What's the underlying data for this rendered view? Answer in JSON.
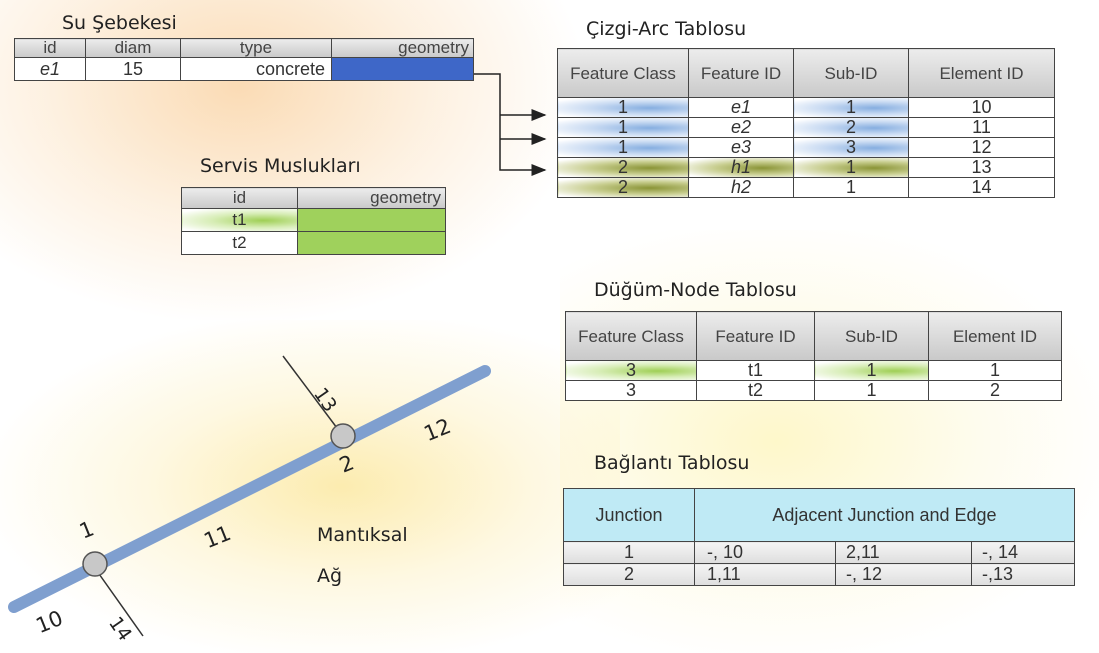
{
  "su_sebekesi": {
    "title": "Su Şebekesi",
    "headers": [
      "id",
      "diam",
      "type",
      "geometry"
    ],
    "row": {
      "id": "e1",
      "diam": "15",
      "type": "concrete",
      "geometry": ""
    }
  },
  "servis_musluklari": {
    "title": "Servis Muslukları",
    "headers": [
      "id",
      "geometry"
    ],
    "rows": [
      [
        "t1",
        ""
      ],
      [
        "t2",
        ""
      ]
    ]
  },
  "cizgi_arc": {
    "title": "Çizgi-Arc Tablosu",
    "headers": [
      "Feature Class",
      "Feature ID",
      "Sub-ID",
      "Element ID"
    ],
    "rows": [
      [
        "1",
        "e1",
        "1",
        "10"
      ],
      [
        "1",
        "e2",
        "2",
        "11"
      ],
      [
        "1",
        "e3",
        "3",
        "12"
      ],
      [
        "2",
        "h1",
        "1",
        "13"
      ],
      [
        "2",
        "h2",
        "1",
        "14"
      ]
    ]
  },
  "dugum_node": {
    "title": "Düğüm-Node Tablosu",
    "headers": [
      "Feature Class",
      "Feature ID",
      "Sub-ID",
      "Element ID"
    ],
    "rows": [
      [
        "3",
        "t1",
        "1",
        "1"
      ],
      [
        "3",
        "t2",
        "1",
        "2"
      ]
    ]
  },
  "baglanti": {
    "title": "Bağlantı Tablosu",
    "headers": [
      "Junction",
      "Adjacent Junction and Edge"
    ],
    "rows": [
      [
        "1",
        "-, 10",
        "2,11",
        "-, 14"
      ],
      [
        "2",
        "1,11",
        "-, 12",
        "-,13"
      ]
    ]
  },
  "network": {
    "label_line1": "Mantıksal",
    "label_line2": "Ağ",
    "edges": [
      "10",
      "11",
      "12",
      "13",
      "14"
    ],
    "nodes": [
      "1",
      "2"
    ]
  },
  "colors": {
    "geometry_blue": "#3e67c8",
    "geometry_green": "#9fd15c",
    "network_line": "#7f9fcf",
    "bag_header": "#bfeaf5"
  }
}
